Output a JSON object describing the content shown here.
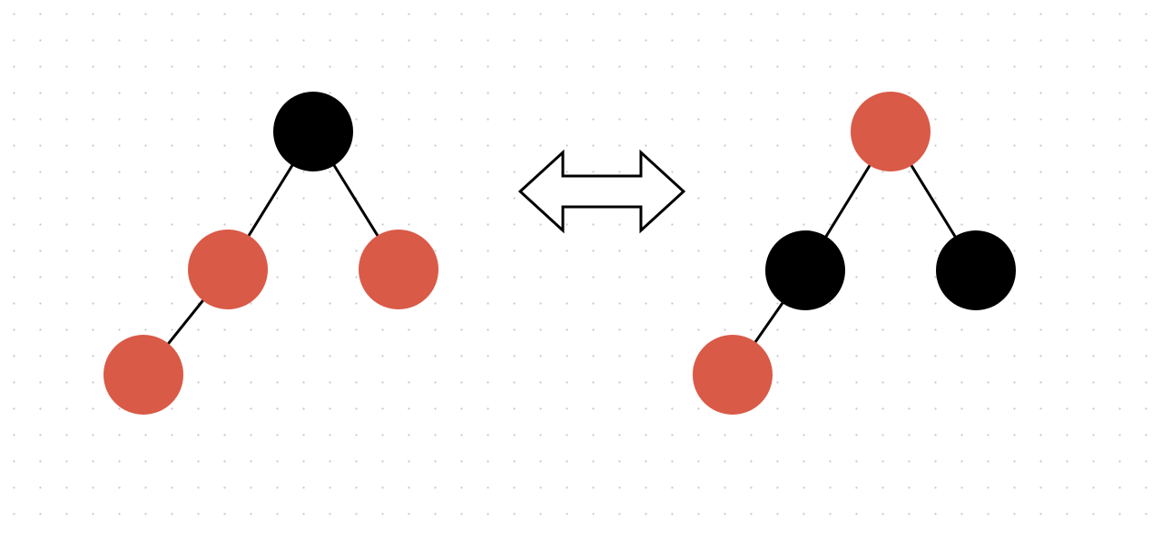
{
  "colors": {
    "red_node": "#d95a47",
    "black_node": "#000000",
    "edge": "#000000",
    "arrow_fill": "#ffffff",
    "arrow_stroke": "#000000"
  },
  "diagram": {
    "left_tree": {
      "nodes": [
        {
          "id": "root",
          "color": "black"
        },
        {
          "id": "left-child",
          "color": "red"
        },
        {
          "id": "right-child",
          "color": "red"
        },
        {
          "id": "left-grandchild",
          "color": "red"
        }
      ],
      "edges": [
        {
          "from": "root",
          "to": "left-child"
        },
        {
          "from": "root",
          "to": "right-child"
        },
        {
          "from": "left-child",
          "to": "left-grandchild"
        }
      ]
    },
    "connector": {
      "icon": "double-arrow-icon",
      "direction": "bidirectional"
    },
    "right_tree": {
      "nodes": [
        {
          "id": "root",
          "color": "red"
        },
        {
          "id": "left-child",
          "color": "black"
        },
        {
          "id": "right-child",
          "color": "black"
        },
        {
          "id": "left-grandchild",
          "color": "red"
        }
      ],
      "edges": [
        {
          "from": "root",
          "to": "left-child"
        },
        {
          "from": "root",
          "to": "right-child"
        },
        {
          "from": "left-child",
          "to": "left-grandchild"
        }
      ]
    }
  }
}
